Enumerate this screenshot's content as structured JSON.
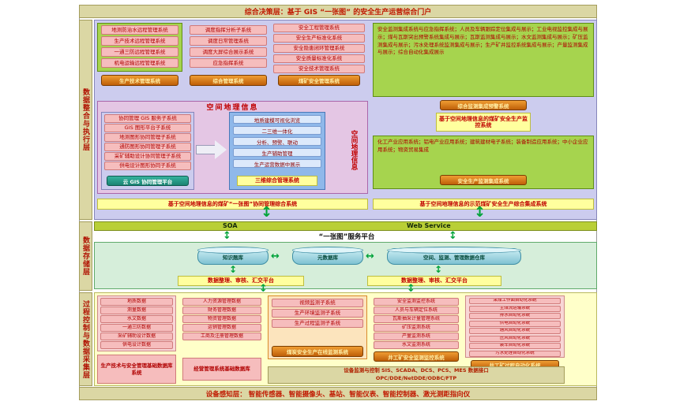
{
  "top_bar": "综合决策层：基于 GIS “一张图” 的安全生产运营综合门户",
  "bottom_bar": "设备感知层： 智能传感器、智能摄像头、基站、智能仪表、智能控制器、激光测距指向仪",
  "side_labels": {
    "integration": "数据整合与执行层",
    "storage": "数据存储层",
    "process": "过程控制与数据采集层"
  },
  "icons": {
    "v_arrow": "↕",
    "h_arrow": "↔"
  },
  "integration": {
    "group_remote": {
      "items": [
        "地测防治水远程管理系统",
        "生产技术远程管理系统",
        "一通三防远程管理系统",
        "机电运输远程管理系统"
      ],
      "button": "生产技术管理系统"
    },
    "group_dispatch": {
      "items": [
        "调度指挥分析子系统",
        "调度日常管理系统",
        "调度大屏综合展示系统",
        "应急指挥系统"
      ],
      "button": "综合管理系统"
    },
    "group_safety": {
      "items": [
        "安全工程管理系统",
        "安全生产标准化系统",
        "安全隐患闭环管理系统",
        "安全质量标准化系统",
        "安全技术管理系统"
      ],
      "button": "煤矿安全管理系统"
    },
    "group_monitor": {
      "text": "安全监测集成系统与应急指挥系统；人员及车辆跟踪定位集成与展示；工业电视监控集成与展示；煤与瓦斯突出预警系统集成与展示；瓦斯监测集成与展示；水文监测集成与展示；矿压监测集成与展示；污水处理系统监测集成与展示；生产矿井监控系统集成与展示；产量监测集成与展示；综合自动化集成展示",
      "button": "综合监测集成预警系统",
      "banner": "基于空间地理信息的煤矿安全生产监控系统"
    },
    "gis": {
      "title": "空间地理信息",
      "side_title": "空间地理信息",
      "left_items": [
        "协同管理 GIS 服务子系统",
        "GIS 图形平台子系统",
        "地测图形协同管理子系统",
        "通防图形协同管理子系统",
        "采矿辅助设计协同管理子系统",
        "供电设计图形协同子系统"
      ],
      "left_button": "云 GIS 协同管理平台",
      "right_items": [
        "地质建模可视化浏览",
        "二三维一体化",
        "分析、预警、联动",
        "生产辅助管理",
        "生产运营数据中展示"
      ],
      "right_button": "三维综合管理系统"
    },
    "banner_left": "基于空间地理信息的煤矿“一张图”协同管理综合系统",
    "group_industry": {
      "text": "化工产业应用系统；铝电产业应用系统；建筑建材电子系统；装备制造应用系统；中小企业应用系统；物资贸易集成",
      "button": "安全生产监测集成系统"
    },
    "banner_right": "基于空间地理信息的示范煤矿安全生产综合集成系统"
  },
  "service_bus": {
    "soa": "SOA",
    "web_service": "Web Service",
    "platform": "“一张图”服务平台"
  },
  "storage": {
    "cylinders": [
      "知识题库",
      "元数据库",
      "空间、监测、管理数据仓库"
    ],
    "bars": [
      "数据整理、审核、汇交平台",
      "数据整理、审核、汇交平台"
    ]
  },
  "process": {
    "group_geo": {
      "items": [
        "地质数据",
        "测量数据",
        "水文数据",
        "一通三防数据",
        "采矿辅助设计数据",
        "供电设计数据"
      ],
      "db": "生产技术与安全管理基础数据库系统"
    },
    "group_biz": {
      "items": [
        "人力资源管理数据",
        "财务管理数据",
        "物资管理数据",
        "运销管理数据",
        "工商及注册管理数据"
      ],
      "db": "经营管理系统基础数据库"
    },
    "group_video": {
      "items": [
        "视频监测子系统",
        "生产环境监测子系统",
        "生产过程监测子系统"
      ],
      "button": "煤炭安全生产在线监测系统"
    },
    "group_safetymon": {
      "items": [
        "安全监测监控系统",
        "人员与车辆定位系统",
        "瓦斯抽采计量管理系统",
        "矿压监测系统",
        "产量监测系统",
        "水文监测系统"
      ],
      "button": "井工矿安全监测监控系统"
    },
    "group_auto": {
      "items": [
        "采煤工作面自动化系统",
        "主煤流运输系统",
        "排水自动化系统",
        "供电自动化系统",
        "通风自动化系统",
        "压风自动化系统",
        "装车自动化系统",
        "污水处理自动化系统"
      ],
      "button": "井工矿过程自动化系统"
    },
    "device_interface": {
      "line1": "设备监测与控制 SIS、SCADA、DCS、PCS、MES 数据接口",
      "line2": "OPC/DDE/NetDDE/ODBC/FTP"
    }
  },
  "colors": {
    "accent_red": "#c00000",
    "green_box": "#a6d44e",
    "orange_button": "#cf6a0a",
    "yellow_bar": "#ffff9e",
    "lavender_panel": "#ccccee",
    "tan_bar": "#dbd7a4"
  }
}
